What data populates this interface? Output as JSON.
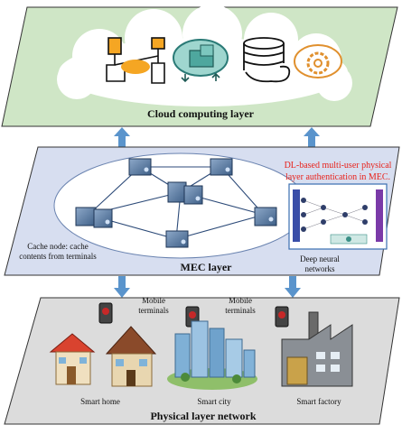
{
  "layers": {
    "cloud": "Cloud computing layer",
    "mec": "MEC layer",
    "physical": "Physical layer network"
  },
  "mec": {
    "auth_line1": "DL-based multi-user physical",
    "auth_line2": "layer authentication in MEC.",
    "cache_line1": "Cache node: cache",
    "cache_line2": "contents from terminals",
    "dnn_line1": "Deep neural",
    "dnn_line2": "networks"
  },
  "physical": {
    "mobile1_line1": "Mobile",
    "mobile1_line2": "terminals",
    "mobile2_line1": "Mobile",
    "mobile2_line2": "terminals",
    "home": "Smart home",
    "city": "Smart city",
    "factory": "Smart factory"
  },
  "colors": {
    "cloud_layer": "#cfe6c6",
    "mec_layer": "#d7def0",
    "physical_layer": "#dcdcdc",
    "arrow": "#5a94cc",
    "auth_text": "#e8231c",
    "server": "#5d7fa8"
  },
  "icons": [
    "desktop-network-icon",
    "cloud-upload-icon",
    "database-cloud-icon",
    "cloud-gear-icon",
    "server-icon",
    "mobile-terminal-icon",
    "house-icon",
    "city-icon",
    "factory-icon",
    "neural-network-icon"
  ]
}
